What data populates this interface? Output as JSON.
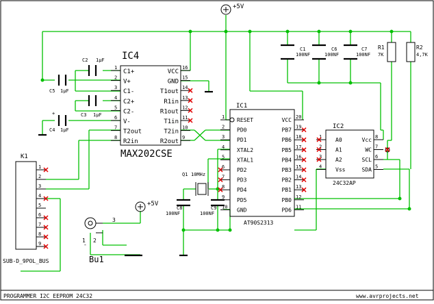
{
  "title": "PROGRAMMER I2C EEPROM 24C32",
  "website": "www.avrprojects.net",
  "power_label": "+5V",
  "ic4": {
    "name": "IC4",
    "part": "MAX202CSE",
    "left_pins": [
      {
        "num": "1",
        "label": "C1+"
      },
      {
        "num": "2",
        "label": "V+"
      },
      {
        "num": "3",
        "label": "C1-"
      },
      {
        "num": "4",
        "label": "C2+"
      },
      {
        "num": "5",
        "label": "C2-"
      },
      {
        "num": "6",
        "label": "V-"
      },
      {
        "num": "7",
        "label": "T2out"
      },
      {
        "num": "8",
        "label": "R2in"
      }
    ],
    "right_pins": [
      {
        "num": "16",
        "label": "VCC"
      },
      {
        "num": "15",
        "label": "GND"
      },
      {
        "num": "14",
        "label": "T1out"
      },
      {
        "num": "13",
        "label": "R1in"
      },
      {
        "num": "12",
        "label": "R1out"
      },
      {
        "num": "11",
        "label": "T1in"
      },
      {
        "num": "10",
        "label": "T2in"
      },
      {
        "num": "9",
        "label": "R2out"
      }
    ]
  },
  "ic1": {
    "name": "IC1",
    "part": "AT90S2313",
    "left_pins": [
      {
        "num": "1",
        "label": "RESET"
      },
      {
        "num": "2",
        "label": "PD0"
      },
      {
        "num": "3",
        "label": "PD1"
      },
      {
        "num": "4",
        "label": "XTAL2"
      },
      {
        "num": "5",
        "label": "XTAL1"
      },
      {
        "num": "6",
        "label": "PD2"
      },
      {
        "num": "7",
        "label": "PD3"
      },
      {
        "num": "8",
        "label": "PD4"
      },
      {
        "num": "9",
        "label": "PD5"
      },
      {
        "num": "10",
        "label": "GND"
      }
    ],
    "right_pins": [
      {
        "num": "20",
        "label": "VCC"
      },
      {
        "num": "19",
        "label": "PB7"
      },
      {
        "num": "18",
        "label": "PB6"
      },
      {
        "num": "17",
        "label": "PB5"
      },
      {
        "num": "16",
        "label": "PB4"
      },
      {
        "num": "15",
        "label": "PB3"
      },
      {
        "num": "14",
        "label": "PB2"
      },
      {
        "num": "13",
        "label": "PB1"
      },
      {
        "num": "12",
        "label": "PB0"
      },
      {
        "num": "11",
        "label": "PD6"
      }
    ]
  },
  "ic2": {
    "name": "IC2",
    "part": "24C32AP",
    "left_pins": [
      {
        "num": "1",
        "label": "A0"
      },
      {
        "num": "2",
        "label": "A1"
      },
      {
        "num": "3",
        "label": "A2"
      },
      {
        "num": "4",
        "label": "Vss"
      }
    ],
    "right_pins": [
      {
        "num": "8",
        "label": "Vcc"
      },
      {
        "num": "7",
        "label": "WC"
      },
      {
        "num": "6",
        "label": "SCL"
      },
      {
        "num": "5",
        "label": "SDA"
      }
    ]
  },
  "connector": {
    "name": "K1",
    "part": "SUB-D_9POL_BUS",
    "pins": [
      "1",
      "2",
      "3",
      "4",
      "5",
      "6",
      "7",
      "8",
      "9"
    ]
  },
  "jack": {
    "name": "Bu1",
    "pin1": "1",
    "pin2": "2",
    "pin3": "3"
  },
  "components": {
    "c1": {
      "name": "C1",
      "value": "100NF"
    },
    "c6": {
      "name": "C6",
      "value": "100NF"
    },
    "c7": {
      "name": "C7",
      "value": "100NF"
    },
    "r1": {
      "name": "R1",
      "value": "7K"
    },
    "r2": {
      "name": "R2",
      "value": "4,7K"
    },
    "c2": {
      "name": "C2",
      "value": "1µF"
    },
    "c3": {
      "name": "C3",
      "value": "1µF"
    },
    "c4": {
      "name": "C4",
      "value": "1µF"
    },
    "c5": {
      "name": "C5",
      "value": "1µF"
    },
    "q1": {
      "name": "Q1",
      "value": "10MHz"
    },
    "c8": {
      "name": "C8",
      "value": "100NF"
    },
    "c9": {
      "name": "C9",
      "value": "100NF"
    }
  },
  "pin_numbers": {
    "one": "1",
    "two": "2",
    "three": "3",
    "plus": "+",
    "minus": "-"
  }
}
